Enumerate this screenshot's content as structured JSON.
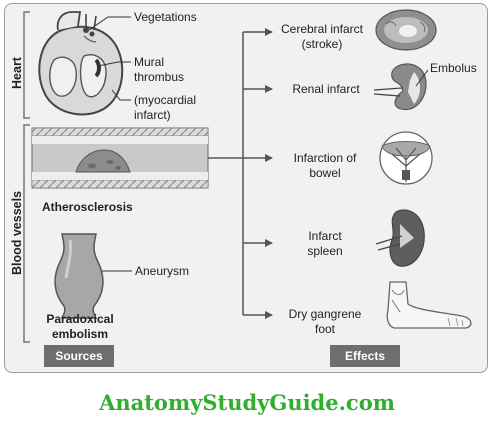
{
  "sections": {
    "heart": "Heart",
    "blood_vessels": "Blood vessels"
  },
  "sources": {
    "heart_labels": {
      "vegetations": "Vegetations",
      "mural_line1": "Mural",
      "mural_line2": "thrombus",
      "myocardial_line1": "(myocardial",
      "myocardial_line2": "infarct)"
    },
    "atherosclerosis": "Atherosclerosis",
    "aneurysm": "Aneurysm",
    "paradoxical_line1": "Paradoxical",
    "paradoxical_line2": "embolism"
  },
  "effects": {
    "cerebral_line1": "Cerebral infarct",
    "cerebral_line2": "(stroke)",
    "renal": "Renal infarct",
    "embolus": "Embolus",
    "bowel_line1": "Infarction of",
    "bowel_line2": "bowel",
    "spleen_line1": "Infarct",
    "spleen_line2": "spleen",
    "gangrene_line1": "Dry gangrene",
    "gangrene_line2": "foot"
  },
  "tags": {
    "sources": "Sources",
    "effects": "Effects"
  },
  "footer": "AnatomyStudyGuide.com",
  "colors": {
    "accent_text": "#2fae2f",
    "tag_bg": "#6e6e6e",
    "panel_bg": "#f1f1f1"
  }
}
